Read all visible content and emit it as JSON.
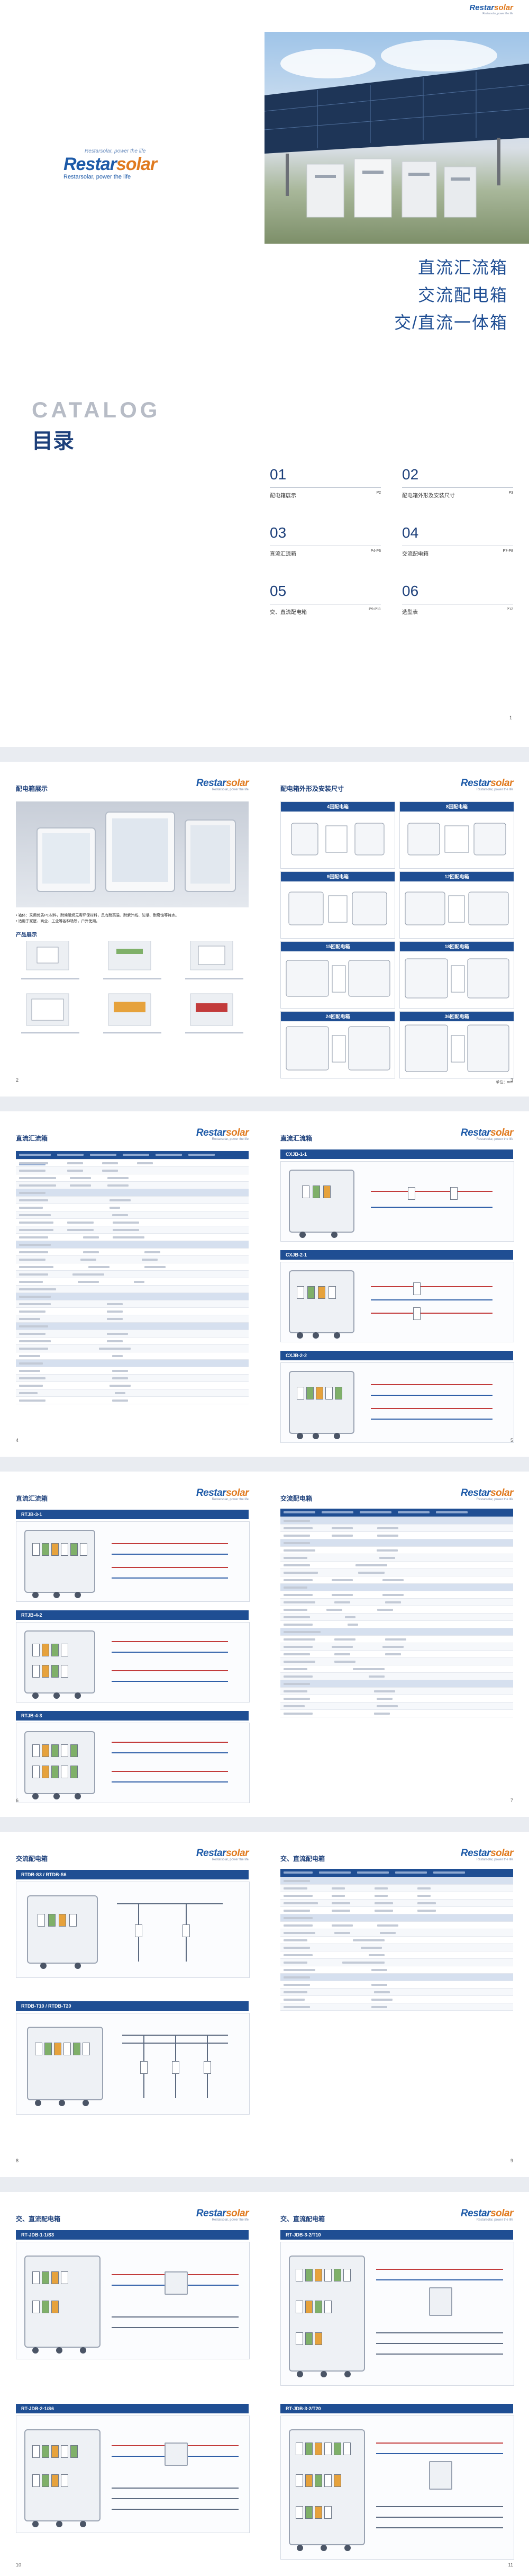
{
  "cover": {
    "logo": {
      "brand_a": "Restar",
      "brand_b": "solar",
      "slogan": "Restarsolar, power the life",
      "handwritten": "Restarsolar, power the life"
    },
    "titles": [
      "直流汇流箱",
      "交流配电箱",
      "交/直流一体箱"
    ],
    "catalog_en": "CATALOG",
    "catalog_zh": "目录",
    "toc": [
      {
        "num": "01",
        "label": "配电箱展示",
        "page": "P2"
      },
      {
        "num": "02",
        "label": "配电箱外形及安装尺寸",
        "page": "P3"
      },
      {
        "num": "03",
        "label": "直流汇流箱",
        "page": "P4-P6"
      },
      {
        "num": "04",
        "label": "交流配电箱",
        "page": "P7-P8"
      },
      {
        "num": "05",
        "label": "交、直流配电箱",
        "page": "P9-P11"
      },
      {
        "num": "06",
        "label": "选型表",
        "page": "P12"
      }
    ],
    "page_num": "1"
  },
  "spread1": {
    "left_title": "配电箱展示",
    "desc_lines": [
      "• 箱体：采用优质PC材料，耐候阻燃无毒环保材料，具有耐高温、耐紫外线、防潮、耐腐蚀等特点。",
      "• 适用于家庭、商业、工业等各种场所，户外使用。"
    ],
    "products_title": "产品展示",
    "right_title": "配电箱外形及安装尺寸",
    "sizes": [
      "4回配电箱",
      "8回配电箱",
      "9回配电箱",
      "12回配电箱",
      "15回配电箱",
      "18回配电箱",
      "24回配电箱",
      "36回配电箱"
    ],
    "unit": "单位：mm",
    "page_left": "2",
    "page_right": "3"
  },
  "spread2": {
    "left_title": "直流汇流箱",
    "right_title": "直流汇流箱",
    "models": [
      "CXJB-1-1",
      "CXJB-2-1",
      "CXJB-2-2"
    ],
    "page_left": "4",
    "page_right": "5"
  },
  "spread3": {
    "left_title": "直流汇流箱",
    "right_title": "交流配电箱",
    "models": [
      "RTJB-3-1",
      "RTJB-4-2",
      "RTJB-4-3"
    ],
    "page_left": "6",
    "page_right": "7"
  },
  "spread4": {
    "left_title": "交流配电箱",
    "right_title": "交、直流配电箱",
    "models": [
      "RTDB-S3 / RTDB-S6",
      "RTDB-T10 / RTDB-T20"
    ],
    "page_left": "8",
    "page_right": "9"
  },
  "spread5": {
    "left_title": "交、直流配电箱",
    "right_title": "交、直流配电箱",
    "models": [
      "RT-JDB-1-1/S3",
      "RT-JDB-2-1/S6",
      "RT-JDB-3-2/T10",
      "RT-JDB-3-2/T20"
    ],
    "page_left": "10",
    "page_right": "11"
  },
  "colors": {
    "navy": "#1c3f7a",
    "bar": "#1f4e93",
    "orange": "#e07a1f",
    "logo_blue": "#1d5aa8"
  },
  "icons": {
    "logo": "restarsolar-logo-icon",
    "gland": "cable-gland-icon",
    "breaker": "breaker-icon"
  }
}
